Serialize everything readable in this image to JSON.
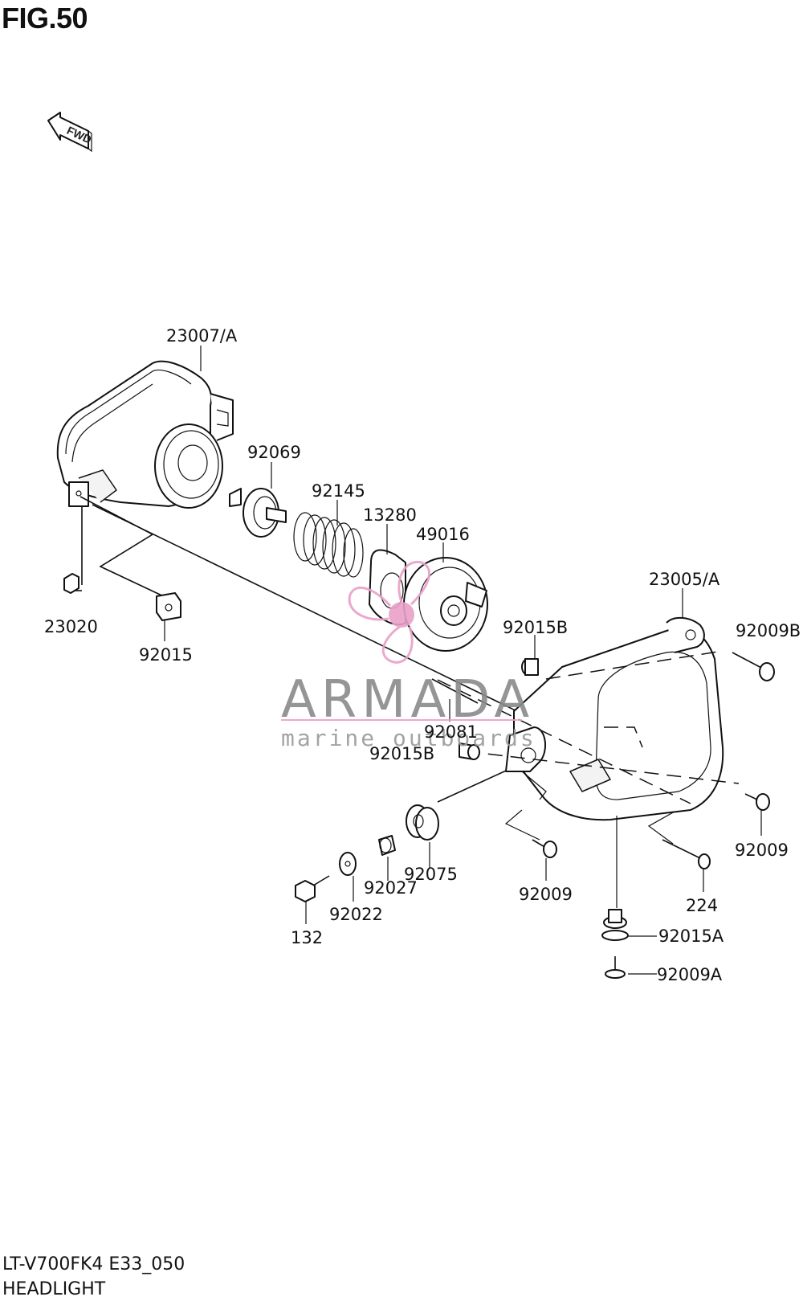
{
  "figure": {
    "title": "FIG.50"
  },
  "footer": {
    "model_code": "LT-V700FK4 E33_050",
    "section_name": "HEADLIGHT"
  },
  "fwd_indicator": {
    "text": "FWD",
    "icon": "forward-arrow-icon"
  },
  "parts": [
    {
      "id": "23007A",
      "label": "23007/A"
    },
    {
      "id": "92069",
      "label": "92069"
    },
    {
      "id": "92145",
      "label": "92145"
    },
    {
      "id": "13280",
      "label": "13280"
    },
    {
      "id": "49016",
      "label": "49016"
    },
    {
      "id": "23005A",
      "label": "23005/A"
    },
    {
      "id": "92009B",
      "label": "92009B"
    },
    {
      "id": "92015B_top",
      "label": "92015B"
    },
    {
      "id": "23020",
      "label": "23020"
    },
    {
      "id": "92015",
      "label": "92015"
    },
    {
      "id": "92081",
      "label": "92081"
    },
    {
      "id": "92015B_mid",
      "label": "92015B"
    },
    {
      "id": "92009_right",
      "label": "92009"
    },
    {
      "id": "92075",
      "label": "92075"
    },
    {
      "id": "92027",
      "label": "92027"
    },
    {
      "id": "92022",
      "label": "92022"
    },
    {
      "id": "92009_mid",
      "label": "92009"
    },
    {
      "id": "224",
      "label": "224"
    },
    {
      "id": "132",
      "label": "132"
    },
    {
      "id": "92015A",
      "label": "92015A"
    },
    {
      "id": "92009A",
      "label": "92009A"
    }
  ],
  "watermark": {
    "brand": "ARMADA",
    "tagline": "marine outboards",
    "logo": "propeller-logo-icon",
    "brand_color": "#e8a0c8",
    "text_color": "#8a8a8a"
  }
}
